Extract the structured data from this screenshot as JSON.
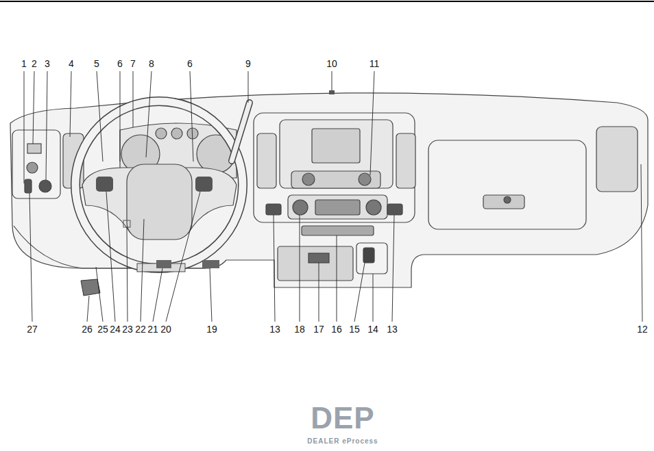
{
  "diagram": {
    "labels": [
      "1",
      "2",
      "3",
      "4",
      "5",
      "6",
      "7",
      "8",
      "6",
      "9",
      "10",
      "11",
      "27",
      "26",
      "25",
      "24",
      "23",
      "22",
      "21",
      "20",
      "19",
      "13",
      "18",
      "17",
      "16",
      "15",
      "14",
      "13",
      "12",
      "DEP",
      "DEALER eProcess"
    ]
  }
}
